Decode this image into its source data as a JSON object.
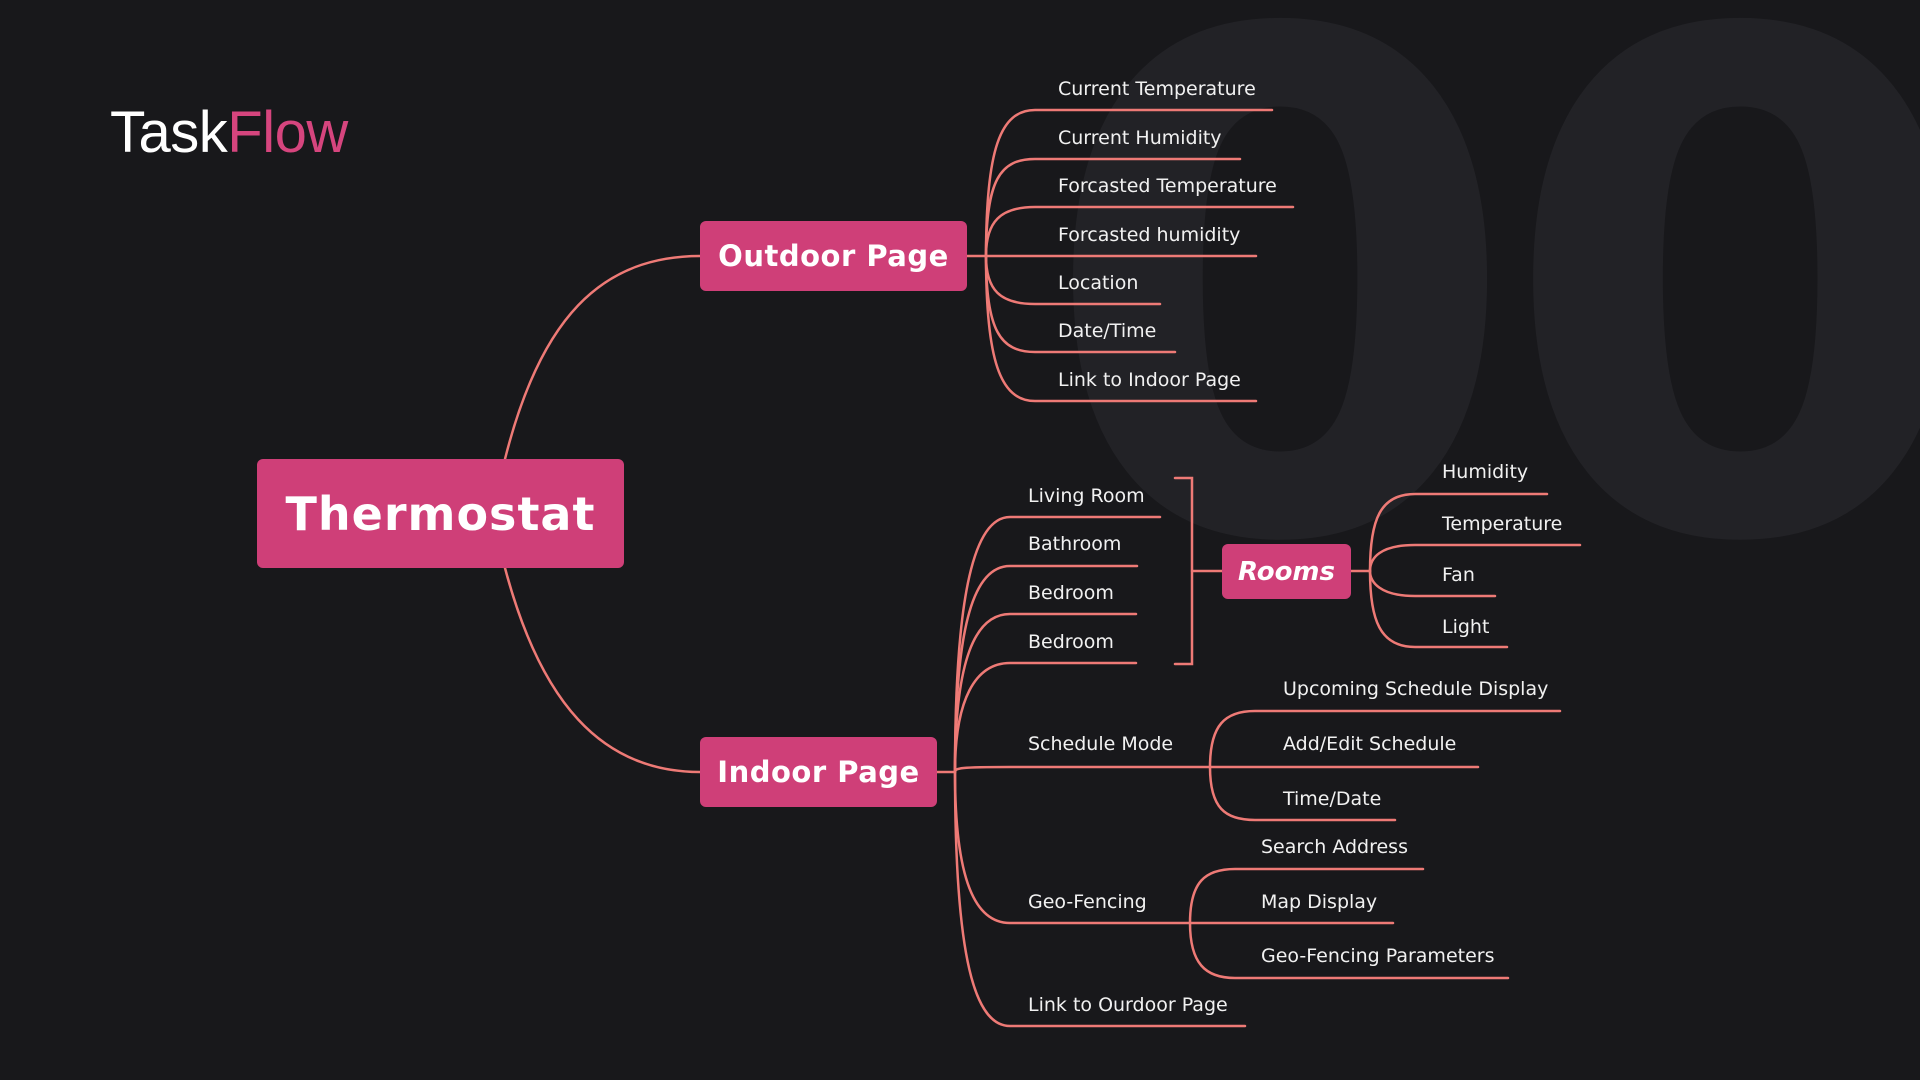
{
  "brand": {
    "part1": "Task",
    "part2": "Flow"
  },
  "colors": {
    "background": "#18181b",
    "node_fill": "#cf3f78",
    "line": "#ee7a76",
    "text": "#f1f1f1",
    "brand_accent": "#d6457e",
    "watermark": "#222226"
  },
  "background_digits": "00",
  "root": {
    "label": "Thermostat"
  },
  "outdoor": {
    "label": "Outdoor Page",
    "items": [
      "Current Temperature",
      "Current Humidity",
      "Forcasted Temperature",
      "Forcasted humidity",
      "Location",
      "Date/Time",
      "Link to Indoor Page"
    ]
  },
  "indoor": {
    "label": "Indoor Page",
    "rooms_list": [
      "Living Room",
      "Bathroom",
      "Bedroom",
      "Bedroom"
    ],
    "rooms_group": {
      "label": "Rooms",
      "features": [
        "Humidity",
        "Temperature",
        "Fan",
        "Light"
      ]
    },
    "schedule": {
      "label": "Schedule Mode",
      "items": [
        "Upcoming Schedule Display",
        "Add/Edit Schedule",
        "Time/Date"
      ]
    },
    "geofencing": {
      "label": "Geo-Fencing",
      "items": [
        "Search Address",
        "Map Display",
        "Geo-Fencing Parameters"
      ]
    },
    "link": "Link to Ourdoor Page"
  }
}
